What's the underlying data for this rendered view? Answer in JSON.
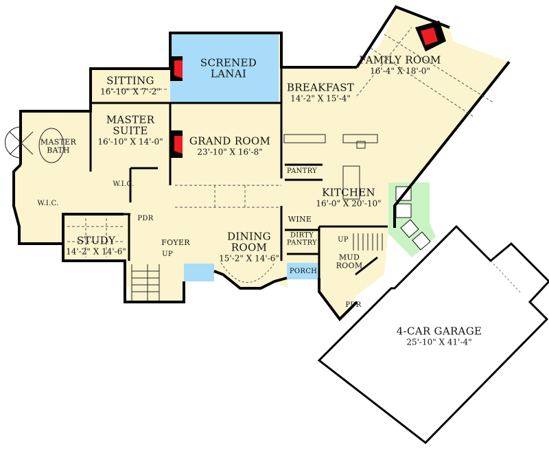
{
  "plan": {
    "colors": {
      "floor": "#fbf4cf",
      "lanai": "#a8dcf8",
      "porch": "#a8dcf8",
      "patio": "#c9f3c3",
      "fireplace": "#ee1c25",
      "wall": "#000000",
      "garage": "#ffffff"
    },
    "rooms": [
      {
        "id": "screened-lanai",
        "name": "SCRENED LANAI",
        "lines": [
          "SCRENED",
          "LANAI"
        ],
        "dims": ""
      },
      {
        "id": "sitting",
        "name": "SITTING",
        "dims": "16'-10\" X 7'-2\""
      },
      {
        "id": "master-suite",
        "name": "MASTER SUITE",
        "lines": [
          "MASTER",
          "SUITE"
        ],
        "dims": "16'-10\" X 14'-0\""
      },
      {
        "id": "master-bath",
        "name": "MASTER BATH",
        "lines": [
          "MASTER",
          "BATH"
        ],
        "dims": ""
      },
      {
        "id": "grand-room",
        "name": "GRAND ROOM",
        "dims": "23'-10\" X 16'-8\""
      },
      {
        "id": "breakfast",
        "name": "BREAKFAST",
        "dims": "14'-2\" X 15'-4\""
      },
      {
        "id": "family-room",
        "name": "FAMILY ROOM",
        "dims": "16'-4\" X 18'-0\""
      },
      {
        "id": "kitchen",
        "name": "KITCHEN",
        "dims": "16'-0\" X 20'-10\""
      },
      {
        "id": "pantry",
        "name": "PANTRY",
        "dims": ""
      },
      {
        "id": "wine",
        "name": "WINE",
        "dims": ""
      },
      {
        "id": "dirty-pantry",
        "name": "DIRTY PANTRY",
        "lines": [
          "DIRTY",
          "PANTRY"
        ],
        "dims": ""
      },
      {
        "id": "wic-master",
        "name": "W.I.C.",
        "dims": ""
      },
      {
        "id": "wic-bath",
        "name": "W.I.C.",
        "dims": ""
      },
      {
        "id": "pdr-foyer",
        "name": "PDR",
        "dims": ""
      },
      {
        "id": "study",
        "name": "STUDY",
        "dims": "14'-2\" X 14'-6\""
      },
      {
        "id": "foyer",
        "name": "FOYER",
        "dims": ""
      },
      {
        "id": "dining-room",
        "name": "DINING ROOM",
        "lines": [
          "DINING",
          "ROOM"
        ],
        "dims": "15'-2\" X 14'-6\""
      },
      {
        "id": "porch",
        "name": "PORCH",
        "dims": ""
      },
      {
        "id": "mud-room",
        "name": "MUD ROOM",
        "lines": [
          "MUD",
          "ROOM"
        ],
        "dims": ""
      },
      {
        "id": "pdr-mud",
        "name": "PDR",
        "dims": ""
      },
      {
        "id": "garage",
        "name": "4-CAR GARAGE",
        "dims": "25'-10\" X 41'-4\""
      }
    ],
    "annotations": {
      "foyer_stairs": "UP",
      "mud_stairs": "UP"
    }
  }
}
